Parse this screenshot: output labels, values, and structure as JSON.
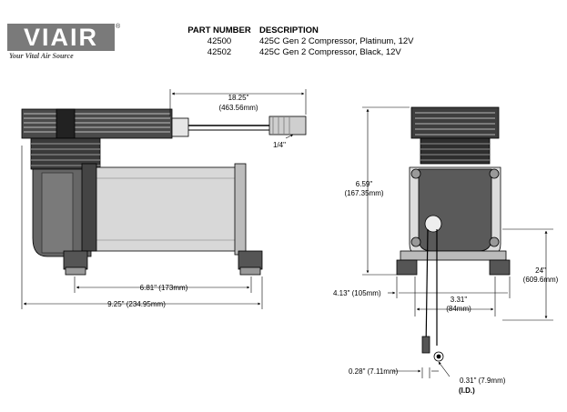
{
  "logo": {
    "word": "VIAIR",
    "registered": "®",
    "tagline": "Your Vital Air Source"
  },
  "parts_table": {
    "headers": {
      "part_number": "PART NUMBER",
      "description": "DESCRIPTION"
    },
    "rows": [
      {
        "part_number": "42500",
        "description": "425C Gen 2 Compressor, Platinum, 12V"
      },
      {
        "part_number": "42502",
        "description": "425C Gen 2 Compressor, Black, 12V"
      }
    ]
  },
  "dimensions": {
    "hose_length": "18.25\"",
    "hose_length_mm": "(463.56mm)",
    "fitting": "1/4\"",
    "mount_spacing": "6.81\" (173mm)",
    "overall_length": "9.25\" (234.95mm)",
    "height": "6.59\"",
    "height_mm": "(167.35mm)",
    "overall_width": "4.13\" (105mm)",
    "mount_width": "3.31\"",
    "mount_width_mm": "(84mm)",
    "lead_length": "24\"",
    "lead_length_mm": "(609.6mm)",
    "ring_od": "0.28\" (7.11mm)",
    "ring_id": "0.31\" (7.9mm)",
    "ring_id_note": "(I.D.)"
  },
  "colors": {
    "line": "#000000",
    "dark_part": "#2a2a2a",
    "mid_part": "#6e6e6e",
    "light_part": "#c9c9c9",
    "logo_bg": "#7a7a7a"
  }
}
